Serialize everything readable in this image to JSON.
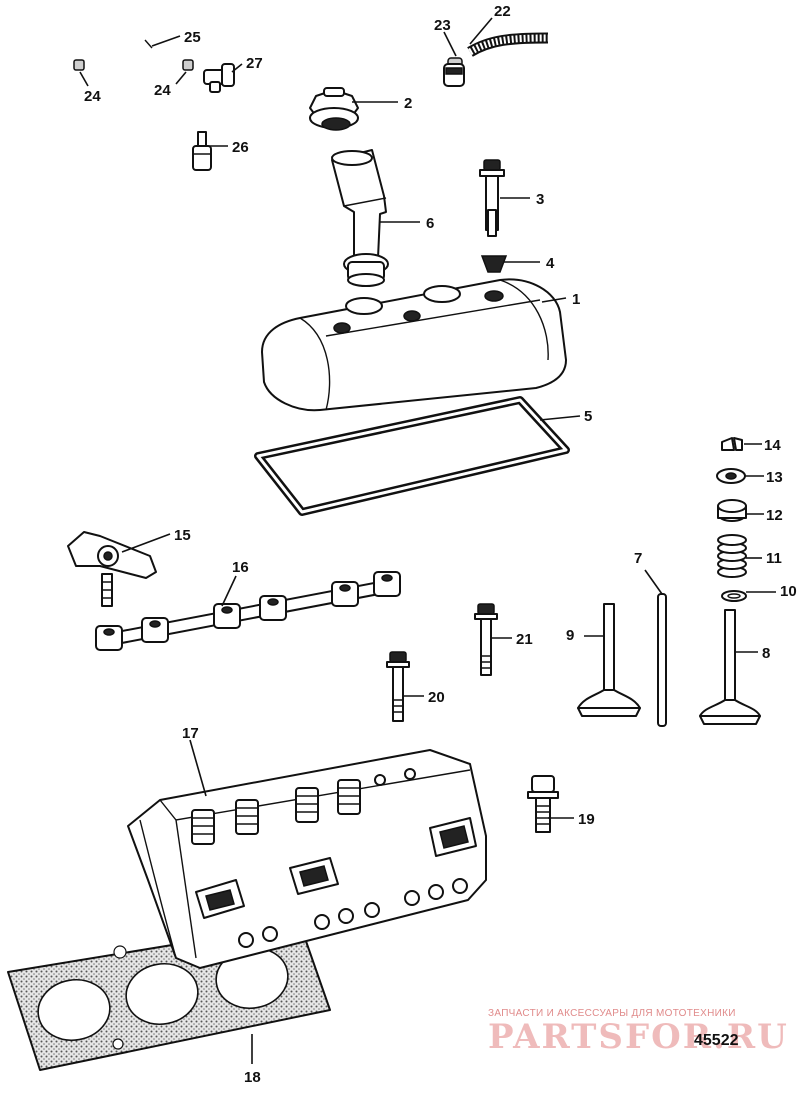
{
  "figure_number": "45522",
  "watermark": {
    "caption": "ЗАПЧАСТИ И АКСЕССУАРЫ ДЛЯ МОТОТЕХНИКИ",
    "brand": "PARTSFOR.RU"
  },
  "callouts": [
    {
      "id": "c1",
      "label": "1"
    },
    {
      "id": "c2",
      "label": "2"
    },
    {
      "id": "c3",
      "label": "3"
    },
    {
      "id": "c4",
      "label": "4"
    },
    {
      "id": "c5",
      "label": "5"
    },
    {
      "id": "c6",
      "label": "6"
    },
    {
      "id": "c7",
      "label": "7"
    },
    {
      "id": "c8",
      "label": "8"
    },
    {
      "id": "c9",
      "label": "9"
    },
    {
      "id": "c10",
      "label": "10"
    },
    {
      "id": "c11",
      "label": "11"
    },
    {
      "id": "c12",
      "label": "12"
    },
    {
      "id": "c13",
      "label": "13"
    },
    {
      "id": "c14",
      "label": "14"
    },
    {
      "id": "c15",
      "label": "15"
    },
    {
      "id": "c16",
      "label": "16"
    },
    {
      "id": "c17",
      "label": "17"
    },
    {
      "id": "c18",
      "label": "18"
    },
    {
      "id": "c19",
      "label": "19"
    },
    {
      "id": "c20",
      "label": "20"
    },
    {
      "id": "c21",
      "label": "21"
    },
    {
      "id": "c22",
      "label": "22"
    },
    {
      "id": "c23",
      "label": "23"
    },
    {
      "id": "c24a",
      "label": "24"
    },
    {
      "id": "c24b",
      "label": "24"
    },
    {
      "id": "c25",
      "label": "25"
    },
    {
      "id": "c26",
      "label": "26"
    },
    {
      "id": "c27",
      "label": "27"
    }
  ]
}
